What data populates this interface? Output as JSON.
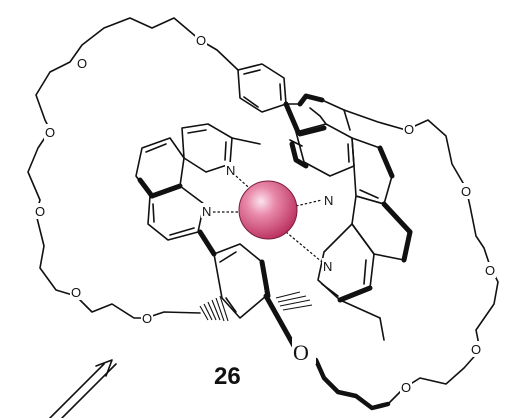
{
  "compound_number": "26",
  "atom_labels": {
    "oxygen": "O",
    "nitrogen": "N"
  },
  "colors": {
    "metal_center": "#d94a7a",
    "metal_highlight": "#f7c6d8",
    "ink": "#111111",
    "background": "#ffffff"
  }
}
